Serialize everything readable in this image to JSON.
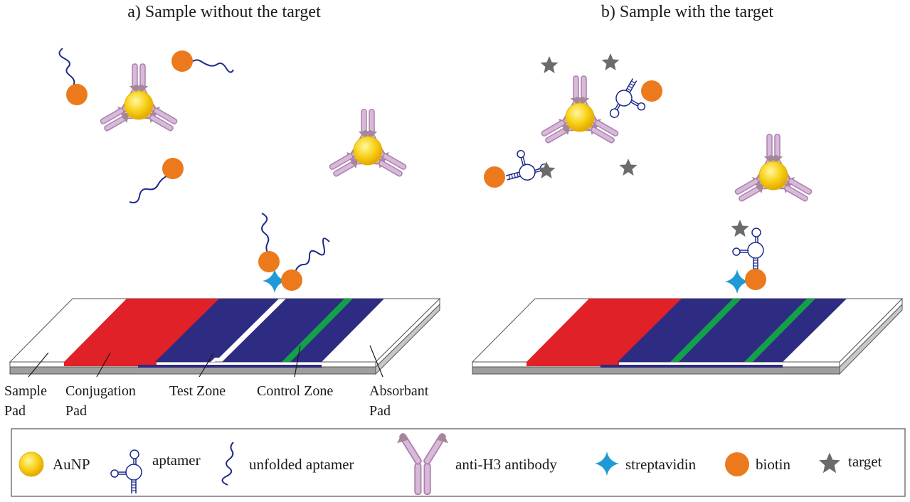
{
  "panels": {
    "a_title": "a) Sample without the target",
    "b_title": "b) Sample with the target"
  },
  "strip_labels": {
    "sample_pad_1": "Sample",
    "sample_pad_2": "Pad",
    "conjugation_pad_1": "Conjugation",
    "conjugation_pad_2": "Pad",
    "test_zone": "Test Zone",
    "control_zone": "Control Zone",
    "absorbant_pad_1": "Absorbant",
    "absorbant_pad_2": "Pad"
  },
  "legend": {
    "aunp": "AuNP",
    "aptamer": "aptamer",
    "unfolded_aptamer": "unfolded aptamer",
    "antibody": "anti-H3 antibody",
    "streptavidin": "streptavidin",
    "biotin": "biotin",
    "target": "target"
  },
  "colors": {
    "aunp": "#f5c400",
    "biotin": "#ec7a1c",
    "antibody": "#c9a6cc",
    "antibody_tip": "#9a7a90",
    "streptavidin": "#1f9ad6",
    "target": "#6b6b6b",
    "aptamer": "#1c2a8a",
    "conjugation_pad": "#e02128",
    "membrane": "#2e2b82",
    "test_line": "#13a04a"
  }
}
